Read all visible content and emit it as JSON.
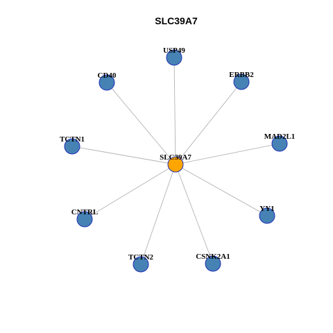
{
  "title": "SLC39A7",
  "colors": {
    "hub_node": "#ffa500",
    "partner_node": "#4682b4",
    "node_border": "#1f2fb8",
    "edge": "#b3b3b3"
  },
  "network": {
    "hub": {
      "label": "SLC39A7"
    },
    "partners": [
      {
        "label": "USP49"
      },
      {
        "label": "ERBB2"
      },
      {
        "label": "MAD2L1"
      },
      {
        "label": "YY1"
      },
      {
        "label": "CSNK2A1"
      },
      {
        "label": "TCTN2"
      },
      {
        "label": "CNTRL"
      },
      {
        "label": "TCTN1"
      },
      {
        "label": "CD40"
      }
    ]
  }
}
